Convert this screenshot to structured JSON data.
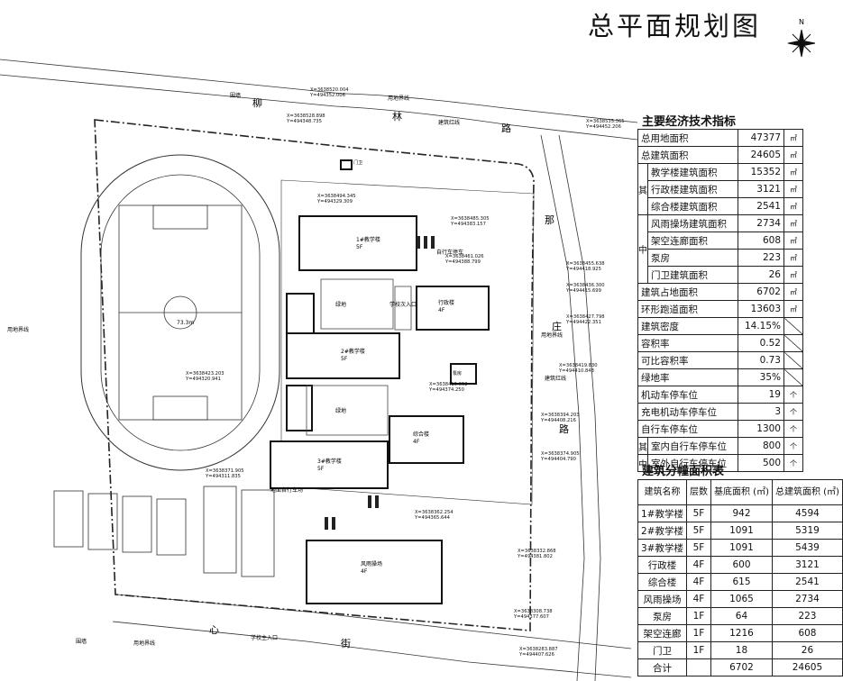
{
  "title": "总平面规划图",
  "compass_label": "N",
  "plan": {
    "street_north": [
      "柳",
      "林",
      "路"
    ],
    "street_east": [
      "那",
      "庄",
      "路"
    ],
    "street_south": [
      "心",
      "街"
    ],
    "buildings": [
      {
        "name": "1#教学楼",
        "floors": "5F"
      },
      {
        "name": "2#教学楼",
        "floors": "5F"
      },
      {
        "name": "3#教学楼",
        "floors": "5F"
      },
      {
        "name": "行政楼",
        "floors": "4F"
      },
      {
        "name": "综合楼",
        "floors": "4F"
      },
      {
        "name": "风雨操场",
        "floors": "4F"
      },
      {
        "name": "泵房",
        "floors": "1F"
      },
      {
        "name": "门卫",
        "floors": "1F"
      }
    ],
    "labels": {
      "wall_n": "围墙",
      "wall_s": "围墙",
      "boundary_w": "用地界线",
      "boundary_n": "用地界线",
      "boundary_s": "用地界线",
      "boundary_e": "用地界线",
      "red_line_n": "建筑红线",
      "red_line_e": "建筑红线",
      "entrance_main": "学校主入口",
      "entrance_second": "学校次入口",
      "track_width_1": "73.3m",
      "green": "绿地",
      "bike_parking": "自行车停车",
      "ground_bike": "地面自行车场"
    },
    "coords": [
      {
        "x": "X=3638520.004",
        "y": "Y=494352.006"
      },
      {
        "x": "X=3638528.898",
        "y": "Y=494348.735"
      },
      {
        "x": "X=3638535.365",
        "y": "Y=494452.206"
      },
      {
        "x": "X=3638494.345",
        "y": "Y=494329.309"
      },
      {
        "x": "X=3638485.305",
        "y": "Y=494383.157"
      },
      {
        "x": "X=3638461.026",
        "y": "Y=494388.799"
      },
      {
        "x": "X=3638455.638",
        "y": "Y=494418.925"
      },
      {
        "x": "X=3638436.300",
        "y": "Y=494415.699"
      },
      {
        "x": "X=3638427.798",
        "y": "Y=494422.351"
      },
      {
        "x": "X=3638423.203",
        "y": "Y=494320.941"
      },
      {
        "x": "X=3638419.830",
        "y": "Y=494410.848"
      },
      {
        "x": "X=3638415.652",
        "y": "Y=494374.250"
      },
      {
        "x": "X=3638394.203",
        "y": "Y=494408.216"
      },
      {
        "x": "X=3638374.905",
        "y": "Y=494404.790"
      },
      {
        "x": "X=3638371.905",
        "y": "Y=494311.835"
      },
      {
        "x": "X=3638362.254",
        "y": "Y=494365.644"
      },
      {
        "x": "X=3638332.868",
        "y": "Y=494381.802"
      },
      {
        "x": "X=3638308.738",
        "y": "Y=494377.607"
      },
      {
        "x": "X=3638283.887",
        "y": "Y=494407.626"
      }
    ]
  },
  "eco": {
    "title": "主要经济技术指标",
    "rows": [
      {
        "label": "总用地面积",
        "value": "47377",
        "unit": "㎡"
      },
      {
        "label": "总建筑面积",
        "value": "24605",
        "unit": "㎡"
      }
    ],
    "group1_label_a": "其",
    "group1_label_b": "中",
    "group1": [
      {
        "label": "教学楼建筑面积",
        "value": "15352",
        "unit": "㎡"
      },
      {
        "label": "行政楼建筑面积",
        "value": "3121",
        "unit": "㎡"
      },
      {
        "label": "综合楼建筑面积",
        "value": "2541",
        "unit": "㎡"
      },
      {
        "label": "风雨操场建筑面积",
        "value": "2734",
        "unit": "㎡"
      },
      {
        "label": "架空连廊面积",
        "value": "608",
        "unit": "㎡"
      },
      {
        "label": "泵房",
        "value": "223",
        "unit": "㎡"
      },
      {
        "label": "门卫建筑面积",
        "value": "26",
        "unit": "㎡"
      }
    ],
    "rows2": [
      {
        "label": "建筑占地面积",
        "value": "6702",
        "unit": "㎡"
      },
      {
        "label": "环形跑道面积",
        "value": "13603",
        "unit": "㎡"
      },
      {
        "label": "建筑密度",
        "value": "14.15%",
        "unit": ""
      },
      {
        "label": "容积率",
        "value": "0.52",
        "unit": ""
      },
      {
        "label": "可比容积率",
        "value": "0.73",
        "unit": ""
      },
      {
        "label": "绿地率",
        "value": "35%",
        "unit": ""
      },
      {
        "label": "机动车停车位",
        "value": "19",
        "unit": "个"
      },
      {
        "label": "充电机动车停车位",
        "value": "3",
        "unit": "个"
      },
      {
        "label": "自行车停车位",
        "value": "1300",
        "unit": "个"
      }
    ],
    "group2_label_a": "其",
    "group2_label_b": "中",
    "group2": [
      {
        "label": "室内自行车停车位",
        "value": "800",
        "unit": "个"
      },
      {
        "label": "室外自行车停车位",
        "value": "500",
        "unit": "个"
      }
    ]
  },
  "area": {
    "title": "建筑分幢面积表",
    "headers": [
      "建筑名称",
      "层数",
      "基底面积 (㎡)",
      "总建筑面积 (㎡)"
    ],
    "rows": [
      [
        "1#教学楼",
        "5F",
        "942",
        "4594"
      ],
      [
        "2#教学楼",
        "5F",
        "1091",
        "5319"
      ],
      [
        "3#教学楼",
        "5F",
        "1091",
        "5439"
      ],
      [
        "行政楼",
        "4F",
        "600",
        "3121"
      ],
      [
        "综合楼",
        "4F",
        "615",
        "2541"
      ],
      [
        "风雨操场",
        "4F",
        "1065",
        "2734"
      ],
      [
        "泵房",
        "1F",
        "64",
        "223"
      ],
      [
        "架空连廊",
        "1F",
        "1216",
        "608"
      ],
      [
        "门卫",
        "1F",
        "18",
        "26"
      ]
    ],
    "total": [
      "合计",
      "",
      "6702",
      "24605"
    ]
  }
}
